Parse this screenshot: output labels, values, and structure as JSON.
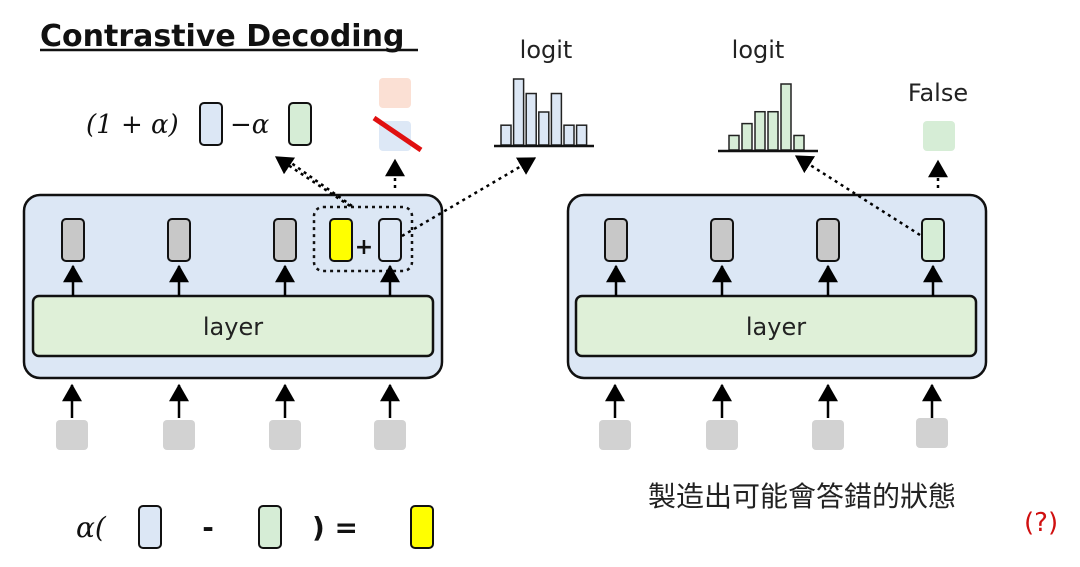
{
  "title": "Contrastive Decoding",
  "left": {
    "layer_label": "layer",
    "formula": {
      "left_part": "(1 + α)",
      "right_part": "−α"
    },
    "plus_label": "+",
    "logit_label": "logit",
    "logit_bars": [
      0.3,
      1.0,
      0.78,
      0.5,
      0.78,
      0.3,
      0.3
    ]
  },
  "right": {
    "layer_label": "layer",
    "logit_label": "logit",
    "logit_bars": [
      0.22,
      0.4,
      0.58,
      0.58,
      1.0,
      0.22
    ],
    "output_label": "False"
  },
  "bottom": {
    "alpha_open": "α(",
    "minus": "-",
    "close_equals": ") =",
    "note_text": "製造出可能會答錯的狀態",
    "note_question": "(?)"
  },
  "colors": {
    "block_blue": "#dce7f5",
    "layer_green": "#dff0d8",
    "token_gray": "#c8c8c8",
    "highlight_yellow": "#ffff00",
    "cross_red": "#e01010",
    "faded_peach": "#fbe0d4",
    "faded_blue": "#dde8f6",
    "green_vec": "#d6edd6",
    "input_gray": "#d2d2d2",
    "question_red": "#d01010"
  }
}
